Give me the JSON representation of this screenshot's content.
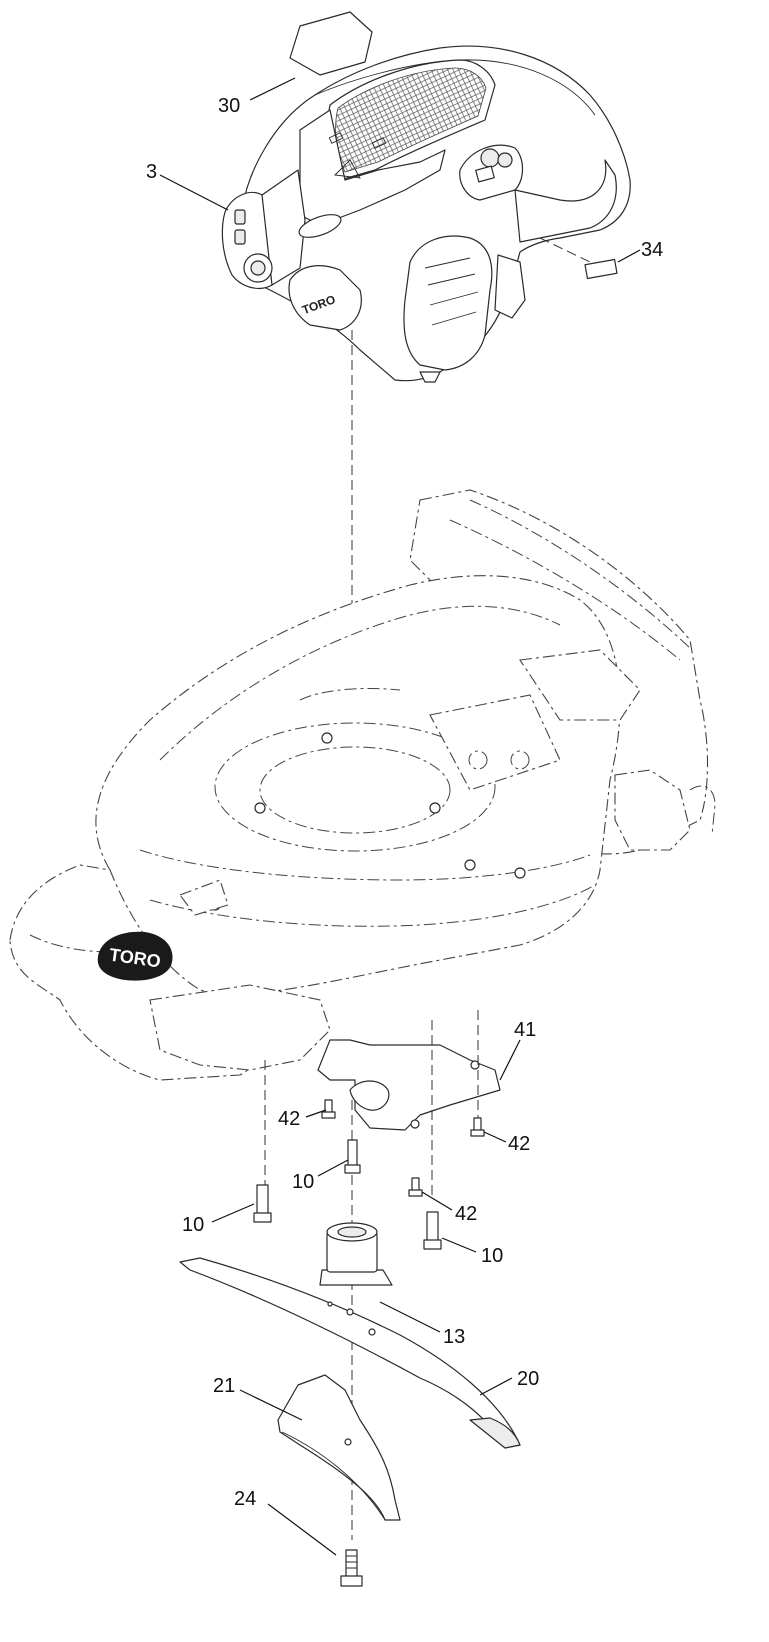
{
  "diagram": {
    "callouts": [
      {
        "id": "c30",
        "label": "30"
      },
      {
        "id": "c3",
        "label": "3"
      },
      {
        "id": "c34",
        "label": "34"
      },
      {
        "id": "c41",
        "label": "41"
      },
      {
        "id": "c42a",
        "label": "42"
      },
      {
        "id": "c42b",
        "label": "42"
      },
      {
        "id": "c10a",
        "label": "10"
      },
      {
        "id": "c10b",
        "label": "10"
      },
      {
        "id": "c42c",
        "label": "42"
      },
      {
        "id": "c10c",
        "label": "10"
      },
      {
        "id": "c13",
        "label": "13"
      },
      {
        "id": "c21",
        "label": "21"
      },
      {
        "id": "c20",
        "label": "20"
      },
      {
        "id": "c24",
        "label": "24"
      }
    ],
    "deck_logo": "TORO",
    "engine_logo": "TORO"
  }
}
